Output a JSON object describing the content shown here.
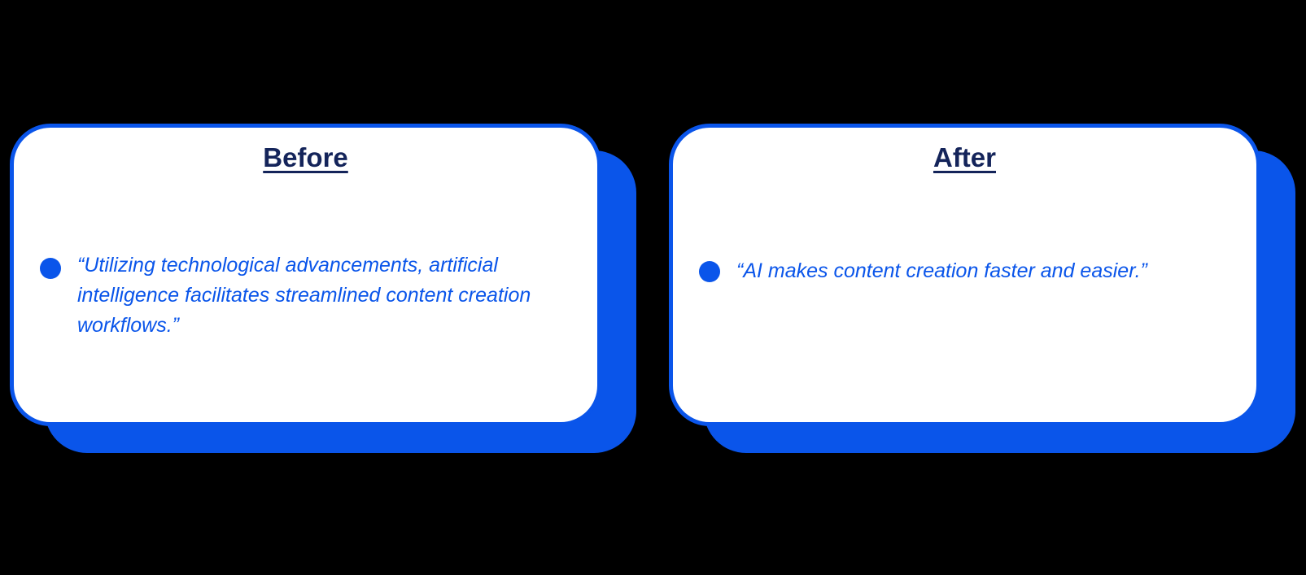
{
  "colors": {
    "accent": "#0a55ea",
    "title": "#14245a",
    "background": "#000000",
    "card": "#ffffff"
  },
  "before": {
    "title": "Before",
    "bullets": [
      "“Utilizing technological advancements, artificial intelligence facilitates streamlined content creation workflows.”"
    ]
  },
  "after": {
    "title": "After",
    "bullets": [
      "“AI makes content creation faster and easier.”"
    ]
  }
}
